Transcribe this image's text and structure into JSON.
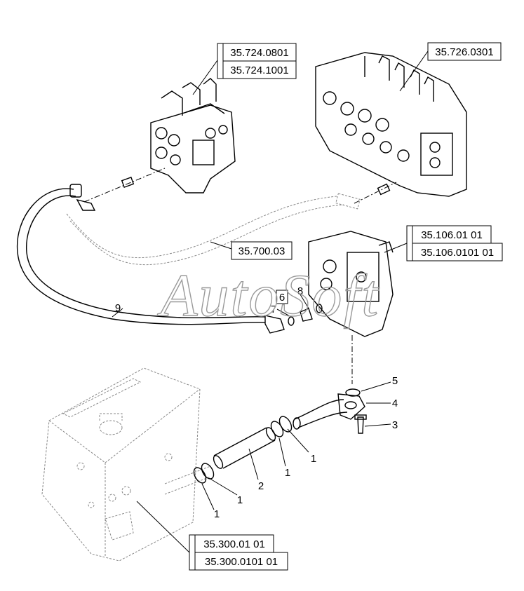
{
  "watermark": "AutoSoft",
  "references": {
    "valve_left_a": "35.724.0801",
    "valve_left_b": "35.724.1001",
    "valve_right": "35.726.0301",
    "hose_ref": "35.700.03",
    "valve_mid_a": "35.106.01 01",
    "valve_mid_b": "35.106.0101 01",
    "tank_a": "35.300.01 01",
    "tank_b": "35.300.0101 01"
  },
  "callouts": {
    "item_6": "6",
    "item_7": "7",
    "item_8": "8",
    "item_9": "9",
    "item_5": "5",
    "item_4": "4",
    "item_3": "3",
    "item_2": "2",
    "item_1_a": "1",
    "item_1_b": "1",
    "item_1_c": "1",
    "item_1_d": "1"
  }
}
